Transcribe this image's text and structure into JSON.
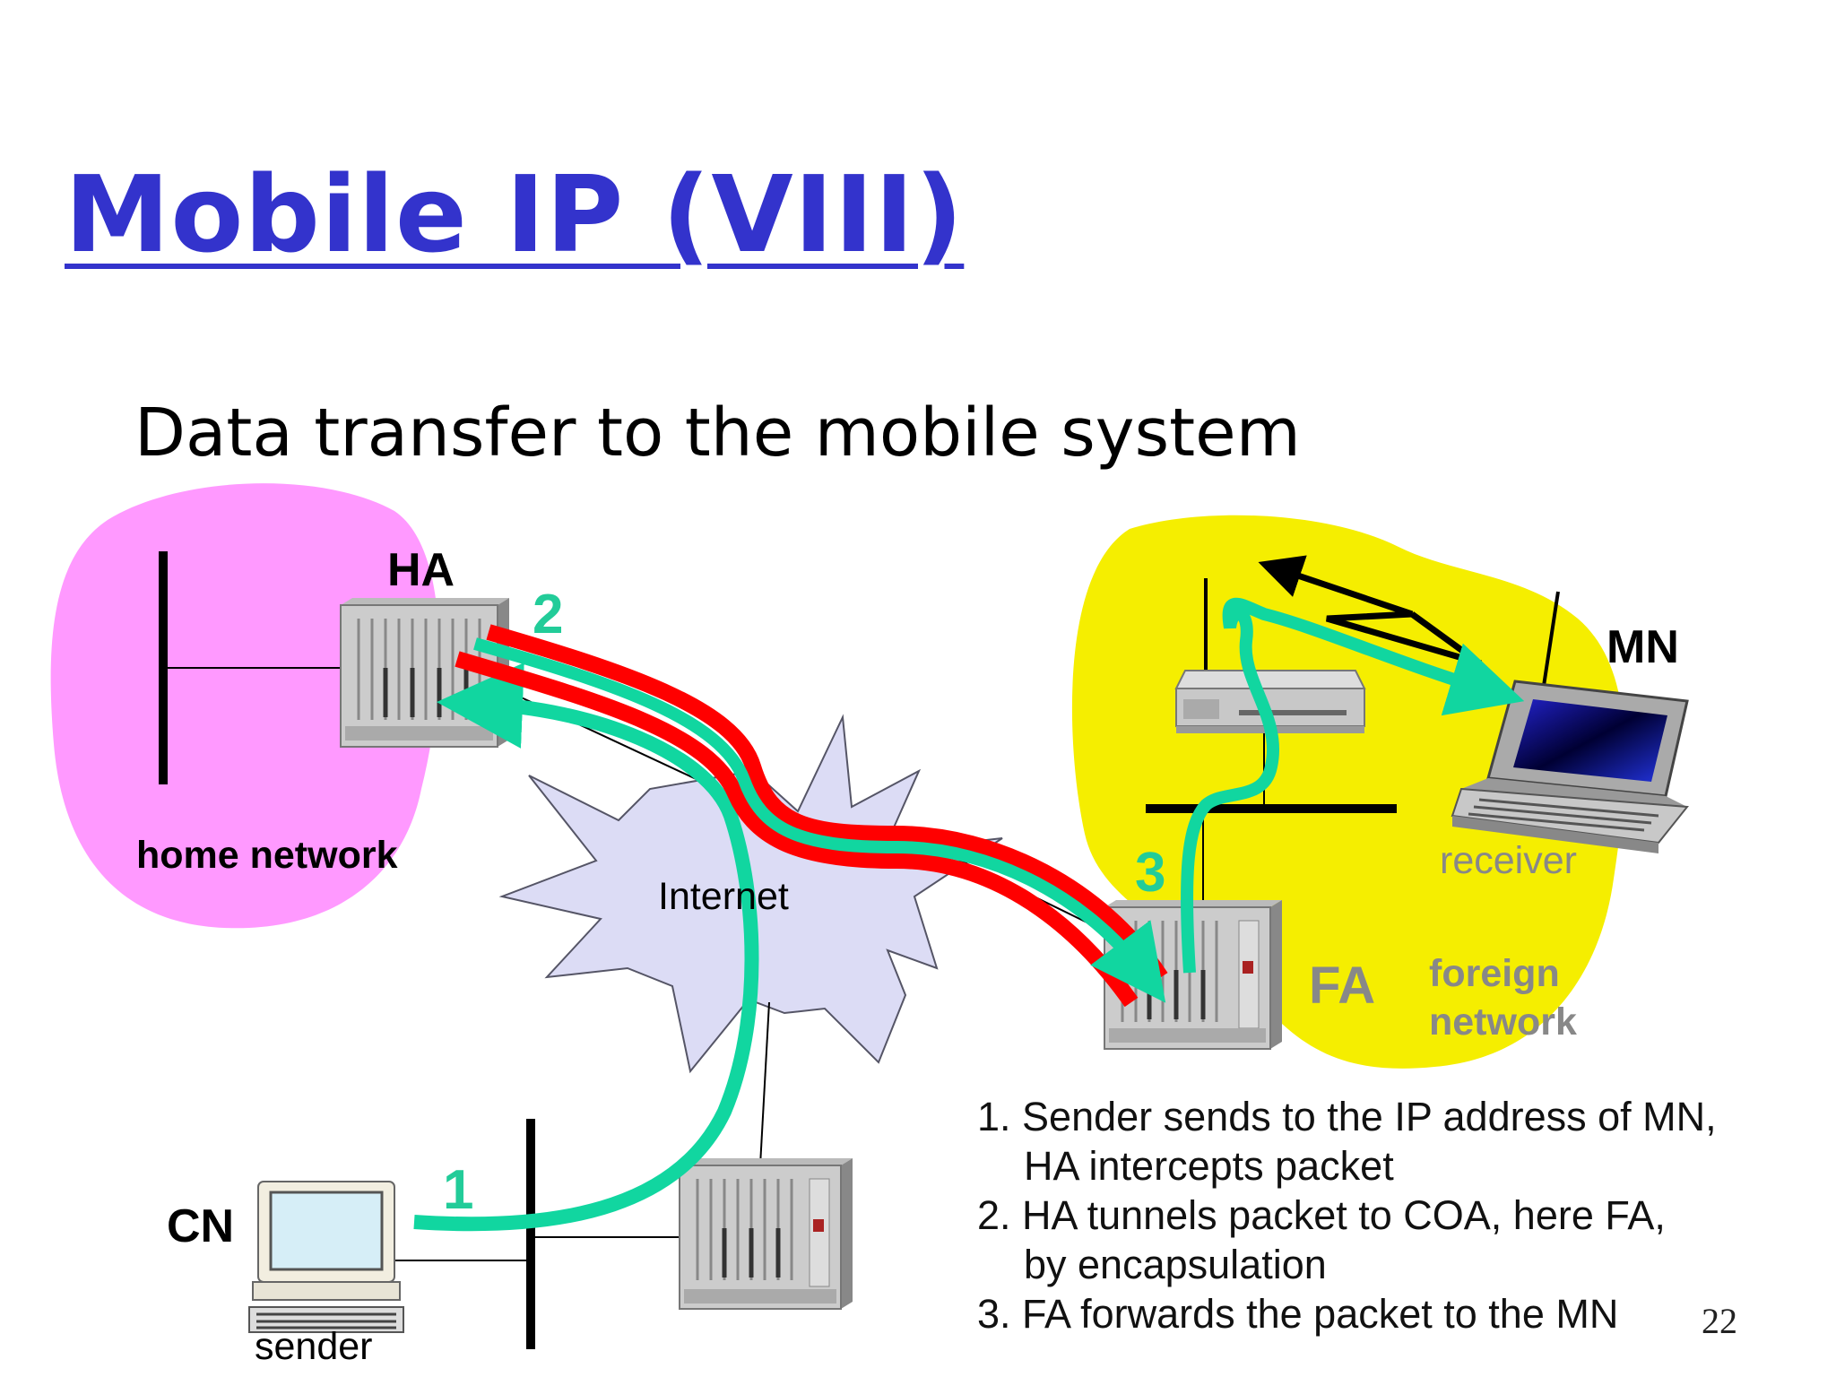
{
  "slide": {
    "title": "Mobile IP (VIII)",
    "subtitle": "Data transfer to the mobile system",
    "page_number": "22"
  },
  "labels": {
    "ha": "HA",
    "mn": "MN",
    "cn": "CN",
    "fa": "FA",
    "home_network": "home network",
    "internet": "Internet",
    "receiver": "receiver",
    "foreign": "foreign",
    "network": "network",
    "sender": "sender",
    "step1_marker": "1",
    "step2_marker": "2",
    "step3_marker": "3"
  },
  "steps": [
    {
      "line1": "1. Sender sends to the IP address of MN,",
      "line2": "HA intercepts packet"
    },
    {
      "line1": "2. HA tunnels packet to COA, here FA,",
      "line2": "by encapsulation"
    },
    {
      "line1": "3. FA forwards the packet to the MN",
      "line2": ""
    }
  ],
  "colors": {
    "title": "#3333cc",
    "home_network_fill": "#ff99ff",
    "foreign_network_fill": "#f5ee00",
    "internet_fill": "#dcdcf5",
    "tunnel_red": "#ff0000",
    "path_green": "#11d6a0",
    "marker_green": "#22cc99",
    "label_gray": "#888888"
  }
}
